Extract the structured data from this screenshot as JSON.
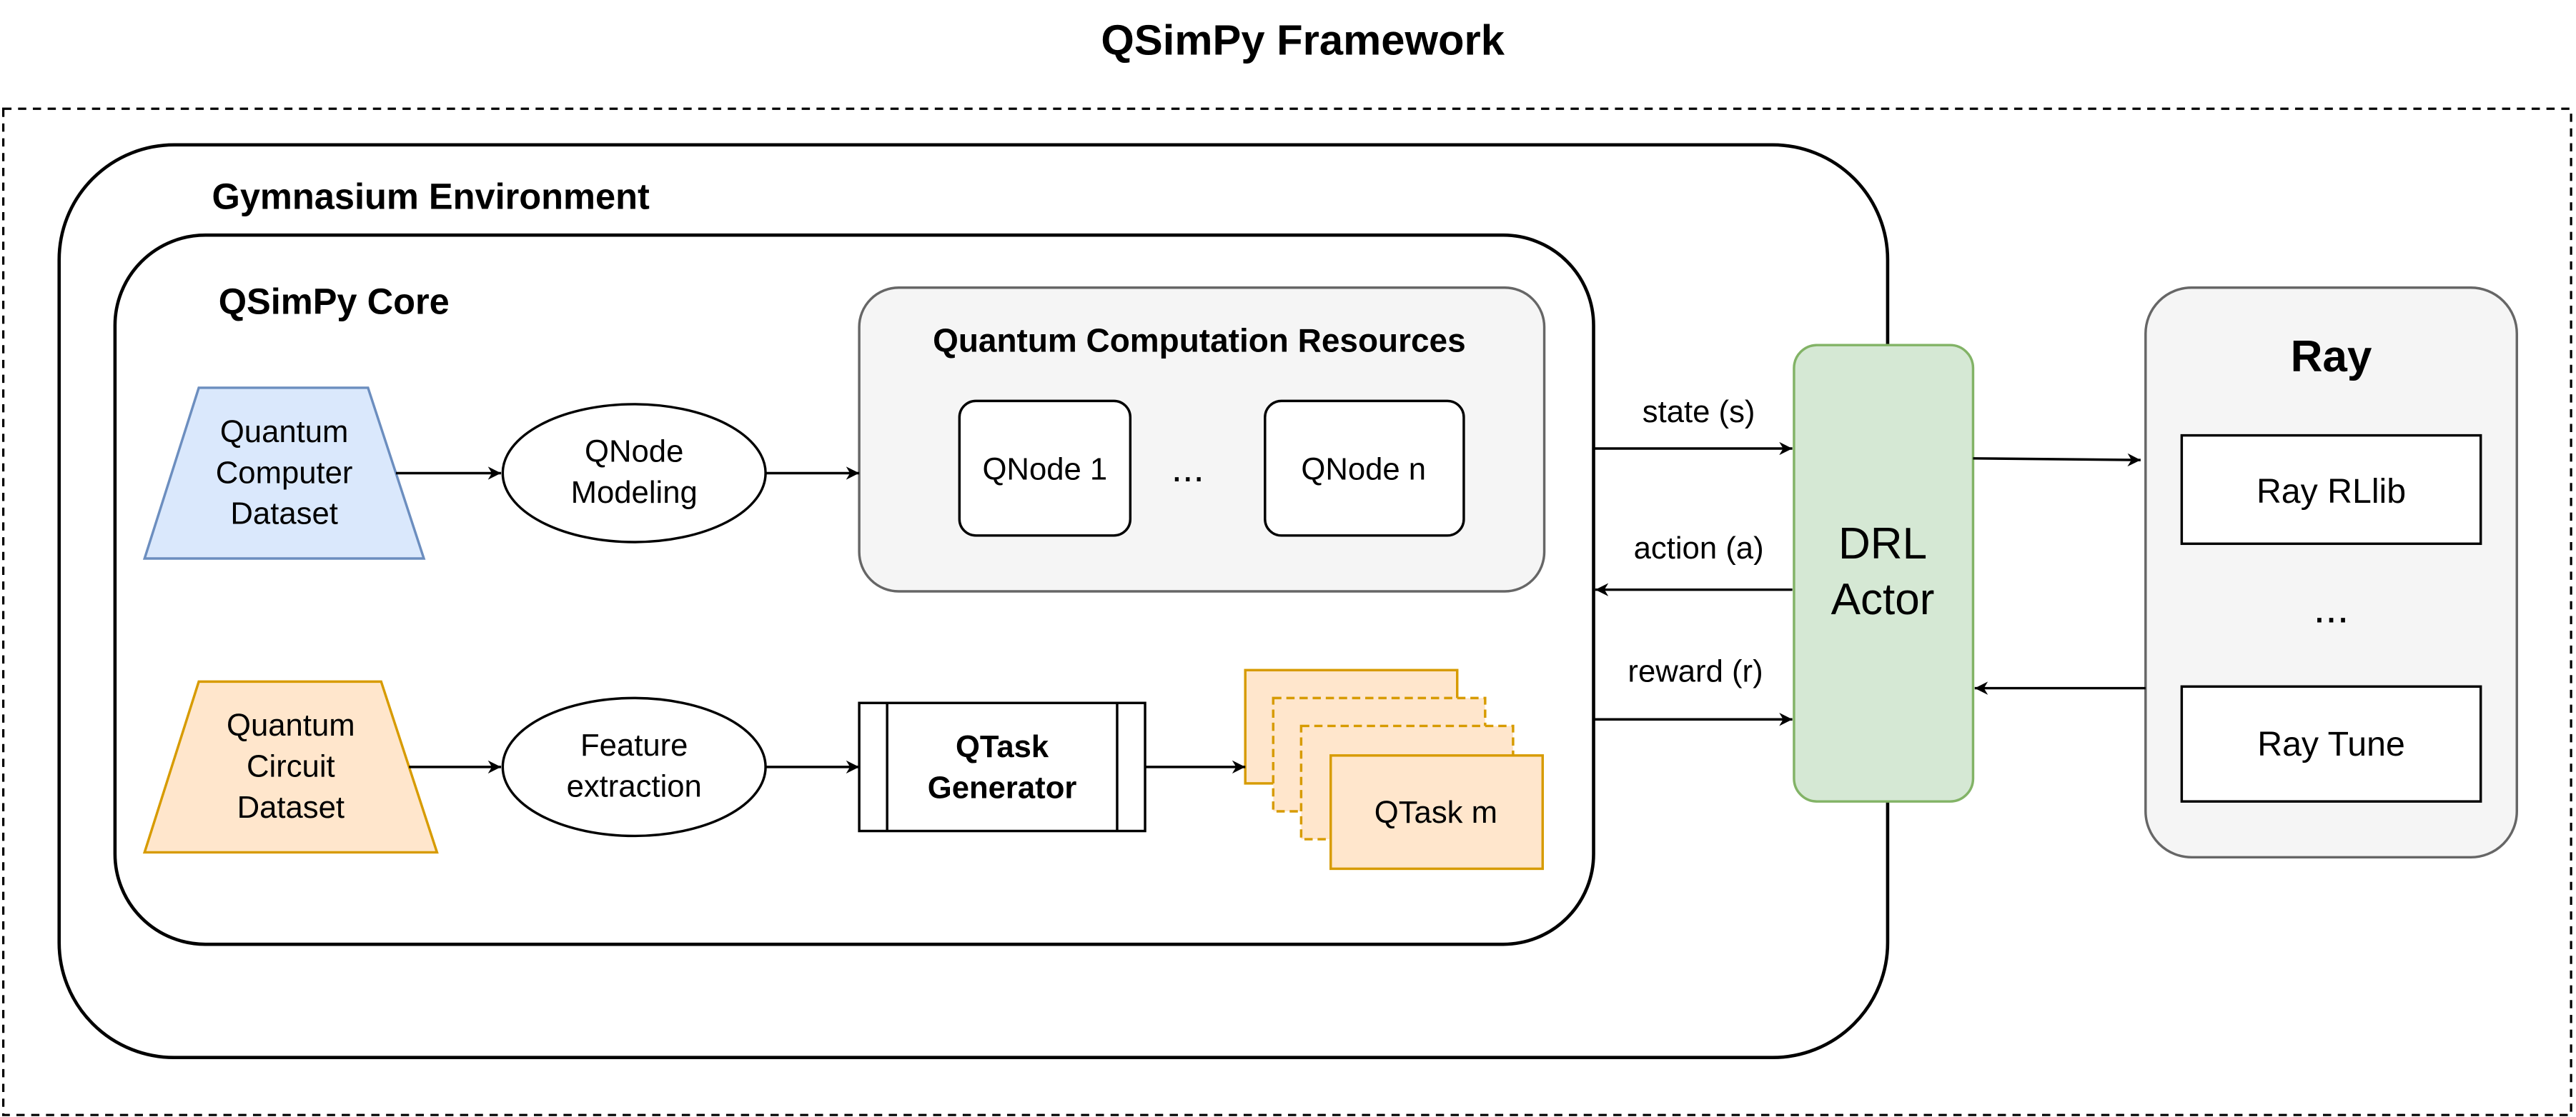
{
  "title": "QSimPy Framework",
  "gym": {
    "label": "Gymnasium Environment"
  },
  "core": {
    "label": "QSimPy Core"
  },
  "qcr": {
    "label": "Quantum Computation Resources",
    "node1": "QNode 1",
    "ellipsis": "...",
    "noden": "QNode n"
  },
  "qc_dataset": {
    "line1": "Quantum",
    "line2": "Computer",
    "line3": "Dataset"
  },
  "qnode_modeling": {
    "line1": "QNode",
    "line2": "Modeling"
  },
  "circuit_dataset": {
    "line1": "Quantum",
    "line2": "Circuit",
    "line3": "Dataset"
  },
  "feature": {
    "line1": "Feature",
    "line2": "extraction"
  },
  "generator": {
    "line1": "QTask",
    "line2": "Generator"
  },
  "qtask": {
    "label": "QTask m"
  },
  "arrows": {
    "state": "state (s)",
    "action": "action (a)",
    "reward": "reward (r)"
  },
  "drl": {
    "line1": "DRL",
    "line2": "Actor"
  },
  "ray": {
    "title": "Ray",
    "rllib": "Ray RLlib",
    "ellipsis": "...",
    "tune": "Ray Tune"
  },
  "colors": {
    "blue_fill": "#dae8fc",
    "blue_stroke": "#6c8ebf",
    "orange_fill": "#ffe6cc",
    "orange_stroke": "#d79b00",
    "green_fill": "#d5e8d4",
    "green_stroke": "#82b366",
    "gray_fill": "#f5f5f5",
    "gray_stroke": "#666666"
  }
}
